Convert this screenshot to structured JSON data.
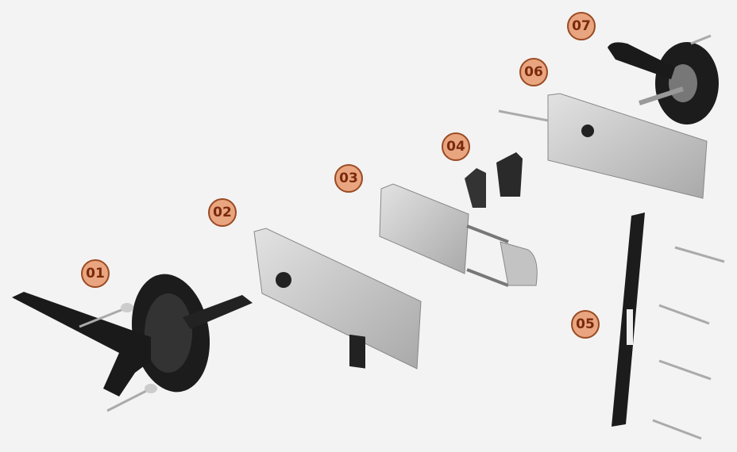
{
  "labels": {
    "p01": "01",
    "p02": "02",
    "p03": "03",
    "p04": "04",
    "p05": "05",
    "p06": "06",
    "p07": "07"
  },
  "colors": {
    "background": "#f3f3f3",
    "badge_fill": "#e9a57f",
    "badge_border": "#9a4a22",
    "badge_text": "#7a2a0c",
    "metal": "#c9c9c9",
    "black_part": "#1c1c1c"
  }
}
